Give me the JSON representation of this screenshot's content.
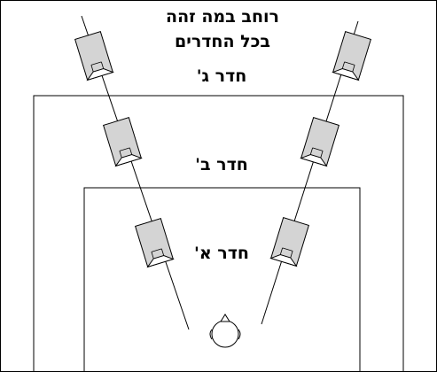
{
  "title_line_1": "רוחב במה זהה",
  "title_line_2": "בכל החדרים",
  "rooms": {
    "room_c": "חדר ג'",
    "room_b": "חדר ב'",
    "room_a": "חדר א'"
  },
  "colors": {
    "speaker_fill": "#d4d4d4",
    "line": "#000000",
    "background": "#ffffff"
  },
  "icons": {
    "speaker": "angled-speaker-icon",
    "listener": "listener-head-icon"
  }
}
